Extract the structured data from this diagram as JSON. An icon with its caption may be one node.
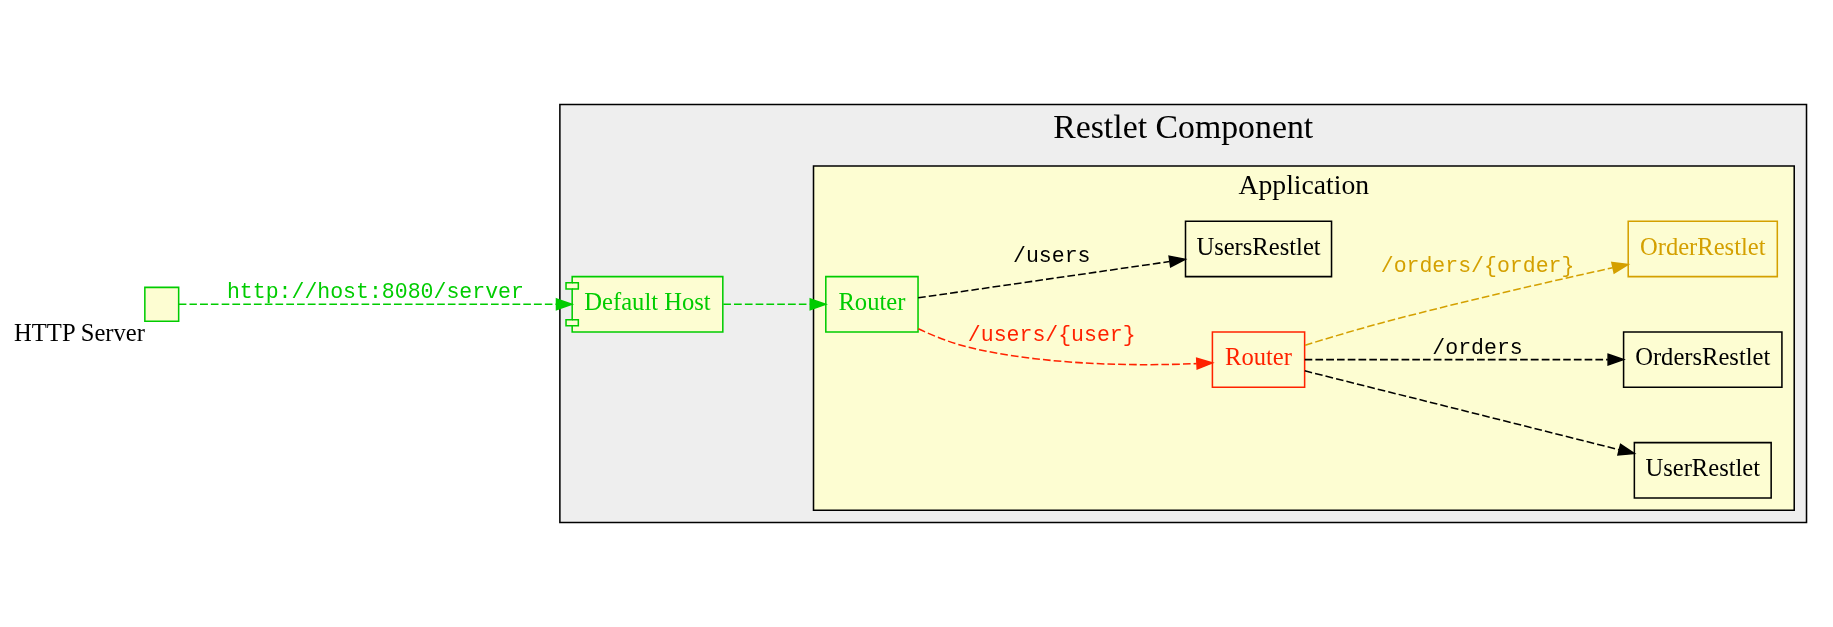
{
  "diagram": {
    "nodes": [
      {
        "text": [
          "Restlet Component"
        ]
      },
      {
        "text": [
          "HTTP Server"
        ]
      },
      {
        "text": [
          "Default Host"
        ],
        "in": 0
      },
      {
        "text": [
          "Application"
        ],
        "in": 0
      },
      {
        "text": [
          "Router"
        ],
        "in": 3
      },
      {
        "text": [
          "Router"
        ],
        "in": 3
      },
      {
        "text": [
          "UserRestlet"
        ],
        "in": 3
      },
      {
        "text": [
          "OrdersRestlet"
        ],
        "in": 3
      },
      {
        "text": [
          "OrderRestlet"
        ],
        "in": 3
      },
      {
        "text": [
          "UsersRestlet"
        ],
        "in": 3
      }
    ],
    "edges": [
      {
        "from": 1,
        "to": 2,
        "arrow": "to",
        "label": "http://host:8080/server",
        "style": "dashed",
        "color": "#00cc00"
      },
      {
        "from": 2,
        "to": 4,
        "arrow": "to",
        "style": "dashed",
        "color": "#00cc00"
      },
      {
        "from": 4,
        "to": 5,
        "arrow": "to",
        "label": "/users/{user}",
        "style": "dashed",
        "color": "#ff2200"
      },
      {
        "from": 4,
        "to": 9,
        "arrow": "to",
        "label": "/users",
        "style": "dashed"
      },
      {
        "from": 5,
        "to": 6,
        "arrow": "to",
        "style": "dashed"
      },
      {
        "from": 5,
        "to": 7,
        "arrow": "to",
        "label": "/orders",
        "style": "dashed"
      },
      {
        "from": 5,
        "to": 8,
        "arrow": "to",
        "label": "/orders/{order}",
        "style": "dashed",
        "color": "#d4a000"
      }
    ]
  }
}
